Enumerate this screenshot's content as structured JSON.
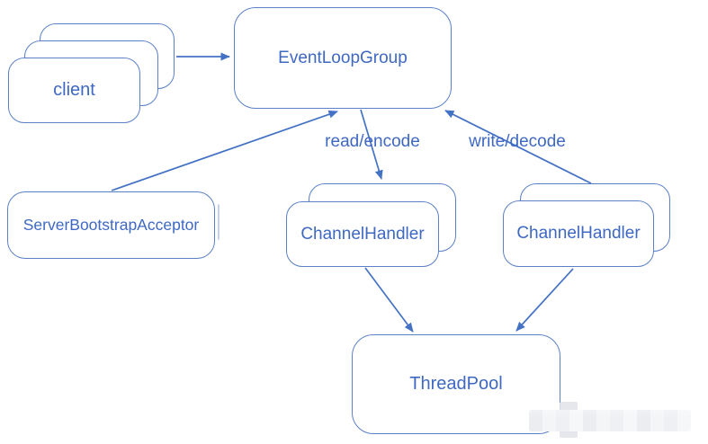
{
  "colors": {
    "background": "#ffffff",
    "box_border": "#5b80c7",
    "arrow": "#4472c4",
    "text": "#3e68c2",
    "watermark": "#ecedf1"
  },
  "nodes": {
    "client": {
      "label": "client",
      "stack_count": 3
    },
    "event_loop_group": {
      "label": "EventLoopGroup",
      "stack_count": 1
    },
    "server_bootstrap_acceptor": {
      "label": "ServerBootstrapAcceptor",
      "stack_count": 1
    },
    "channel_handler_left": {
      "label": "ChannelHandler",
      "stack_count": 2
    },
    "channel_handler_right": {
      "label": "ChannelHandler",
      "stack_count": 2
    },
    "thread_pool": {
      "label": "ThreadPool",
      "stack_count": 1
    }
  },
  "edges": {
    "client_to_event_loop_group": {
      "from": "client",
      "to": "event_loop_group",
      "label": ""
    },
    "server_bootstrap_acceptor_to_event_loop_group": {
      "from": "server_bootstrap_acceptor",
      "to": "event_loop_group",
      "label": ""
    },
    "event_loop_group_to_channel_handler_left": {
      "from": "event_loop_group",
      "to": "channel_handler_left",
      "label": "read/encode"
    },
    "channel_handler_right_to_event_loop_group": {
      "from": "channel_handler_right",
      "to": "event_loop_group",
      "label": "write/decode"
    },
    "channel_handler_left_to_thread_pool": {
      "from": "channel_handler_left",
      "to": "thread_pool",
      "label": ""
    },
    "channel_handler_right_to_thread_pool": {
      "from": "channel_handler_right",
      "to": "thread_pool",
      "label": ""
    }
  }
}
